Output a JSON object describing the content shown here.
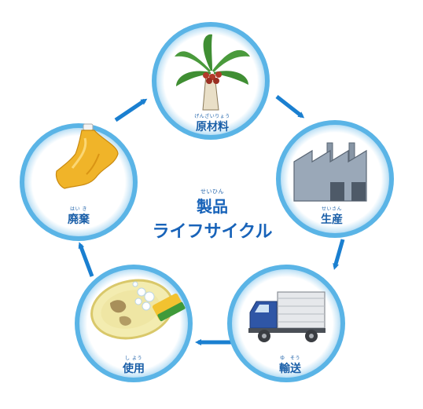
{
  "center": {
    "title_ruby": "せいひん",
    "title": "製品",
    "subtitle": "ライフサイクル"
  },
  "stages": [
    {
      "id": "raw-materials",
      "label": "原材料",
      "ruby": "げんざいりょう",
      "icon": "palm-tree-icon"
    },
    {
      "id": "production",
      "label": "生産",
      "ruby": "せいさん",
      "icon": "factory-icon"
    },
    {
      "id": "transport",
      "label": "輸送",
      "ruby": "ゆ　そう",
      "icon": "truck-icon"
    },
    {
      "id": "use",
      "label": "使用",
      "ruby": "し よう",
      "icon": "dish-washing-icon"
    },
    {
      "id": "disposal",
      "label": "廃棄",
      "ruby": "はい き",
      "icon": "empty-package-icon"
    }
  ],
  "colors": {
    "circle_border": "#5ab4e6",
    "circle_inner": "#d9eefa",
    "arrow": "#1a7fd0",
    "text": "#1a5fa8"
  }
}
